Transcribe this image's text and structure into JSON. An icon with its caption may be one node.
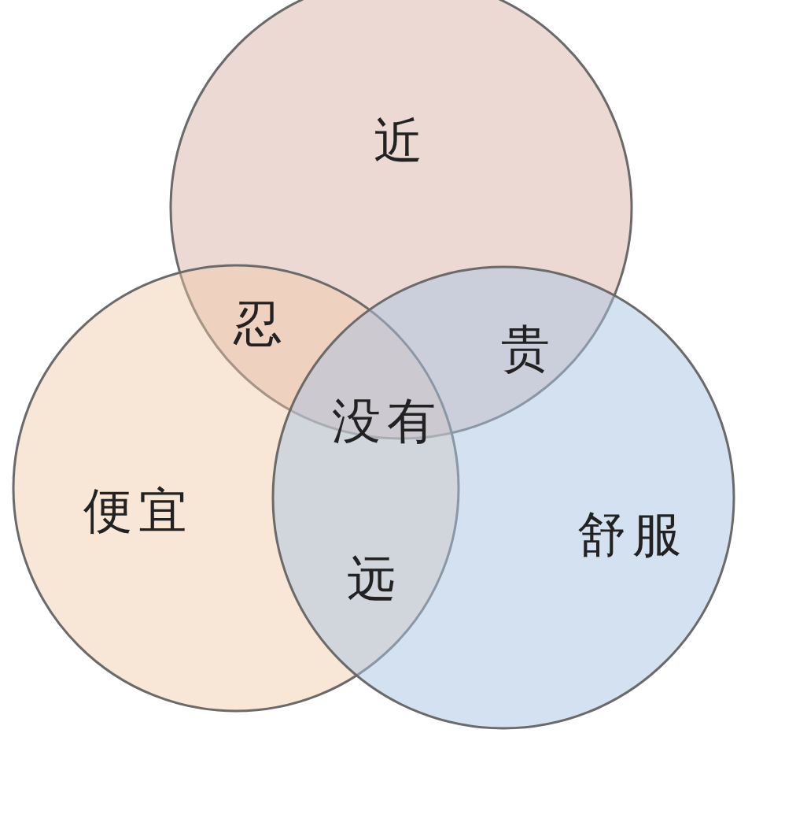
{
  "diagram": {
    "nodes": [
      {
        "text": [
          "近"
        ]
      },
      {
        "text": [
          "便宜"
        ]
      },
      {
        "text": [
          "舒服"
        ]
      }
    ],
    "labels": [
      "忍",
      "贵",
      "没有",
      "远"
    ]
  }
}
